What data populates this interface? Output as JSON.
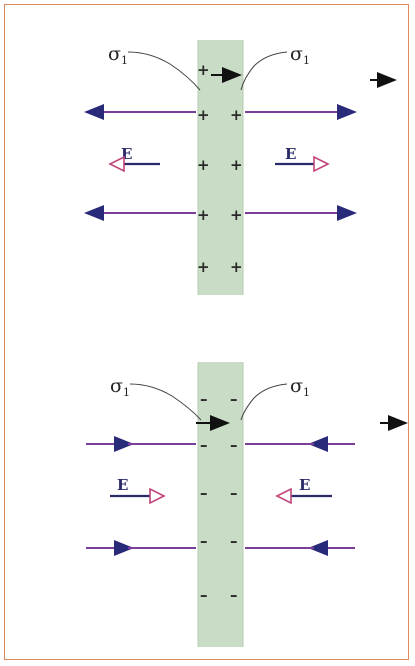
{
  "panels": [
    {
      "id": "top",
      "sigma_left": "σ",
      "sigma_left_sub": "1",
      "sigma_right": "σ",
      "sigma_right_sub": "1",
      "charge_sign": "+",
      "field_label_left": "E",
      "field_label_right": "E",
      "field_direction": "outward"
    },
    {
      "id": "bottom",
      "sigma_left": "σ",
      "sigma_left_sub": "1",
      "sigma_right": "σ",
      "sigma_right_sub": "1",
      "charge_sign": "–",
      "field_label_left": "E",
      "field_label_right": "E",
      "field_direction": "inward"
    }
  ],
  "colors": {
    "slab_fill": "#c9dcc6",
    "field_line": "#7a3f9a",
    "arrow_head": "#2a2a7a",
    "border": "#e08a5c"
  }
}
